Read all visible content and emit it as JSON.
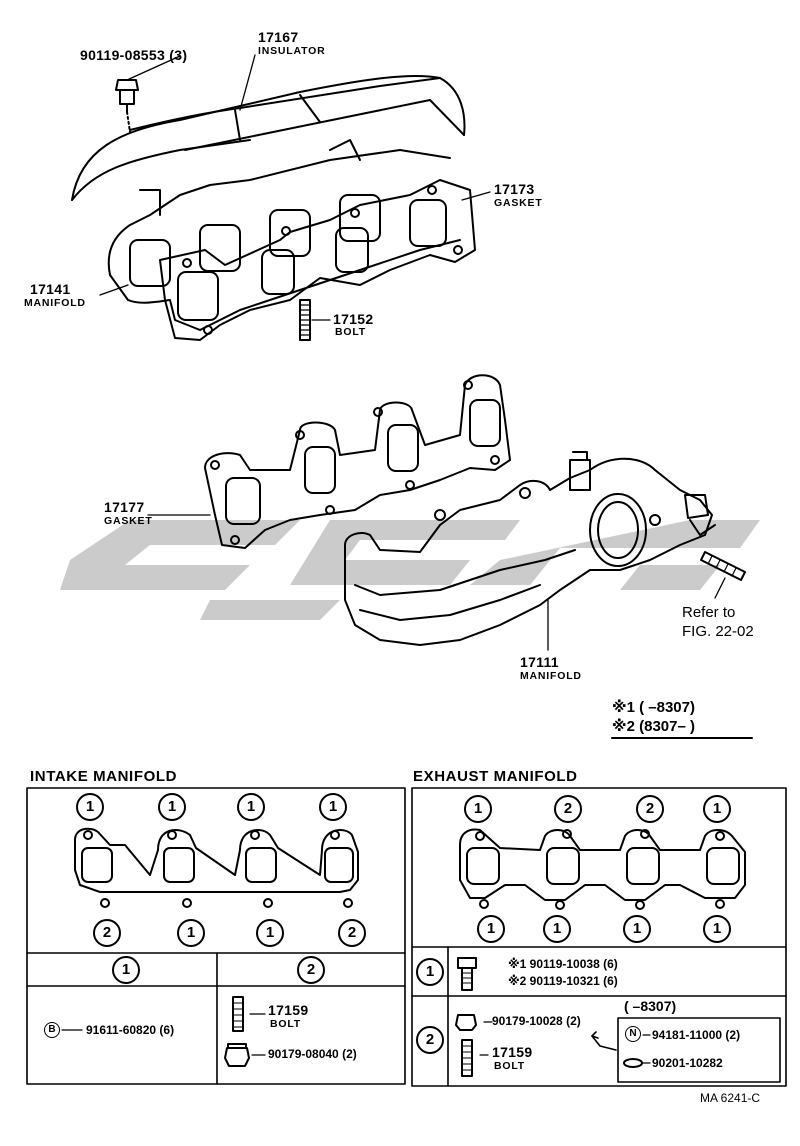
{
  "top_assembly": {
    "insulator": {
      "part": "17167",
      "name": "INSULATOR"
    },
    "insulator_bolt": {
      "part": "90119-08553",
      "qty": "(3)"
    },
    "gasket_upper": {
      "part": "17173",
      "name": "GASKET"
    },
    "intake_manifold": {
      "part": "17141",
      "name": "MANIFOLD"
    },
    "stud_bolt": {
      "part": "17152",
      "name": "BOLT"
    }
  },
  "middle_assembly": {
    "gasket": {
      "part": "17177",
      "name": "GASKET"
    },
    "exhaust_manifold": {
      "part": "17111",
      "name": "MANIFOLD"
    },
    "refer_line1": "Refer to",
    "refer_line2": "FIG. 22-02"
  },
  "notes": {
    "n1_mark": "※1",
    "n1_range": "(      –8307)",
    "n2_mark": "※2",
    "n2_range": "(8307–        )"
  },
  "intake_section": {
    "title": "INTAKE  MANIFOLD",
    "top_marks": [
      "1",
      "1",
      "1",
      "1"
    ],
    "bottom_marks": [
      "2",
      "1",
      "1",
      "2"
    ],
    "col1_header": "1",
    "col2_header": "2",
    "col1_code": "B",
    "col1_part": "91611-60820 (6)",
    "col2_bolt_part": "17159",
    "col2_bolt_name": "BOLT",
    "col2_nut_part": "90179-08040 (2)"
  },
  "exhaust_section": {
    "title": "EXHAUST  MANIFOLD",
    "top_marks": [
      "1",
      "2",
      "2",
      "1"
    ],
    "bottom_marks": [
      "1",
      "1",
      "1",
      "1"
    ],
    "row1_mark": "1",
    "row1_line1": "※1 90119-10038 (6)",
    "row1_line2": "※2 90119-10321 (6)",
    "row2_mark": "2",
    "row2_nut": "90179-10028 (2)",
    "row2_bolt_part": "17159",
    "row2_bolt_name": "BOLT",
    "row2_box_range": "(      –8307)",
    "row2_box_code": "N",
    "row2_box_part1": "94181-11000 (2)",
    "row2_box_part2": "90201-10282"
  },
  "footer": {
    "code": "MA 6241-C"
  },
  "colors": {
    "ink": "#000000",
    "watermark": "#c8c8c8"
  }
}
